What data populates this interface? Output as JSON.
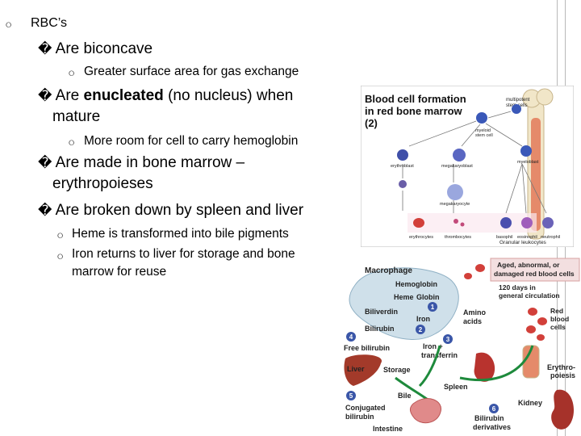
{
  "slide": {
    "heading": "RBC’s",
    "bullets": [
      {
        "marker": "�",
        "text": "Are biconcave"
      },
      {
        "text": "Greater surface area for gas exchange"
      },
      {
        "marker": "�",
        "pre": "Are ",
        "strong": "enucleated",
        "post": " (no nucleus) when",
        "cont": "mature"
      },
      {
        "text": "More room for cell to carry hemoglobin"
      },
      {
        "marker": "�",
        "text": "Are made in bone marrow –",
        "cont": "erythropoieses"
      },
      {
        "marker": "�",
        "text": "Are broken down by spleen and liver"
      },
      {
        "text": "Heme is transformed into bile pigments"
      },
      {
        "text": "Iron returns to liver for storage and bone",
        "cont": "marrow for reuse"
      }
    ]
  },
  "figure1": {
    "title": [
      "Blood cell formation",
      "in red bone marrow",
      "(2)"
    ],
    "labels": {
      "multipotent": [
        "multipotent",
        "stem cells"
      ],
      "myeloid": [
        "myeloid",
        "stem cell"
      ],
      "erythroblast": "erythroblast",
      "megakaryoblast": "megakaryoblast",
      "myeloblast": "myeloblast",
      "megakaryocyte": "megakaryocyte",
      "erythrocytes": "erythrocytes",
      "thrombocytes": "thrombocytes",
      "basophil": "basophil",
      "eosinophil": "eosinophil",
      "neutrophil": "neutrophil",
      "granular": "Granular leukocytes"
    }
  },
  "figure2": {
    "labels": {
      "macrophage": "Macrophage",
      "aged": [
        "Aged, abnormal, or",
        "damaged red blood cells"
      ],
      "days": [
        "120 days in",
        "general circulation"
      ],
      "hemoglobin": "Hemoglobin",
      "heme": "Heme",
      "globin": "Globin",
      "amino": [
        "Amino",
        "acids"
      ],
      "biliverdin": "Biliverdin",
      "iron": "Iron",
      "bilirubin": "Bilirubin",
      "rbc": [
        "Red",
        "blood",
        "cells"
      ],
      "free_bilirubin": "Free bilirubin",
      "iron_transferrin": [
        "Iron +",
        "transferrin"
      ],
      "liver": "Liver",
      "storage": "Storage",
      "spleen": "Spleen",
      "erythropoiesis": [
        "Erythro-",
        "poiesis"
      ],
      "bile": "Bile",
      "conjugated": [
        "Conjugated",
        "bilirubin"
      ],
      "kidney": "Kidney",
      "intestine": "Intestine",
      "bilirubin_derivatives": [
        "Bilirubin",
        "derivatives"
      ]
    },
    "steps": [
      "1",
      "2",
      "3",
      "4",
      "5",
      "6"
    ]
  }
}
